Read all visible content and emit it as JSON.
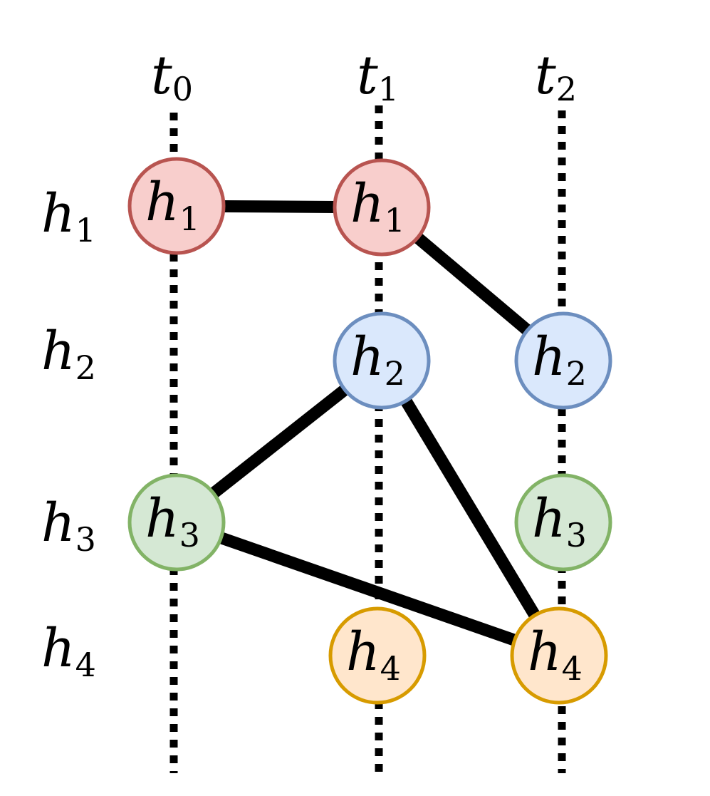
{
  "time_labels": [
    {
      "var": "t",
      "sub": "0"
    },
    {
      "var": "t",
      "sub": "1"
    },
    {
      "var": "t",
      "sub": "2"
    }
  ],
  "row_labels": [
    {
      "var": "h",
      "sub": "1"
    },
    {
      "var": "h",
      "sub": "2"
    },
    {
      "var": "h",
      "sub": "3"
    },
    {
      "var": "h",
      "sub": "4"
    }
  ],
  "node_colors": {
    "h1": {
      "fill": "#f8cecc",
      "stroke": "#b85450"
    },
    "h2": {
      "fill": "#dae8fc",
      "stroke": "#6c8ebf"
    },
    "h3": {
      "fill": "#d5e8d4",
      "stroke": "#82b366"
    },
    "h4": {
      "fill": "#ffe6cc",
      "stroke": "#d79b00"
    }
  },
  "nodes": [
    {
      "id": "t0-h1",
      "time": 0,
      "host": "h1",
      "var": "h",
      "sub": "1"
    },
    {
      "id": "t0-h3",
      "time": 0,
      "host": "h3",
      "var": "h",
      "sub": "3"
    },
    {
      "id": "t1-h1",
      "time": 1,
      "host": "h1",
      "var": "h",
      "sub": "1"
    },
    {
      "id": "t1-h2",
      "time": 1,
      "host": "h2",
      "var": "h",
      "sub": "2"
    },
    {
      "id": "t1-h4",
      "time": 1,
      "host": "h4",
      "var": "h",
      "sub": "4"
    },
    {
      "id": "t2-h2",
      "time": 2,
      "host": "h2",
      "var": "h",
      "sub": "2"
    },
    {
      "id": "t2-h3",
      "time": 2,
      "host": "h3",
      "var": "h",
      "sub": "3"
    },
    {
      "id": "t2-h4",
      "time": 2,
      "host": "h4",
      "var": "h",
      "sub": "4"
    }
  ],
  "edges": [
    {
      "from": "t0-h1",
      "to": "t1-h1"
    },
    {
      "from": "t1-h1",
      "to": "t2-h2"
    },
    {
      "from": "t0-h3",
      "to": "t1-h2"
    },
    {
      "from": "t1-h2",
      "to": "t2-h4"
    },
    {
      "from": "t0-h3",
      "to": "t2-h4"
    }
  ]
}
